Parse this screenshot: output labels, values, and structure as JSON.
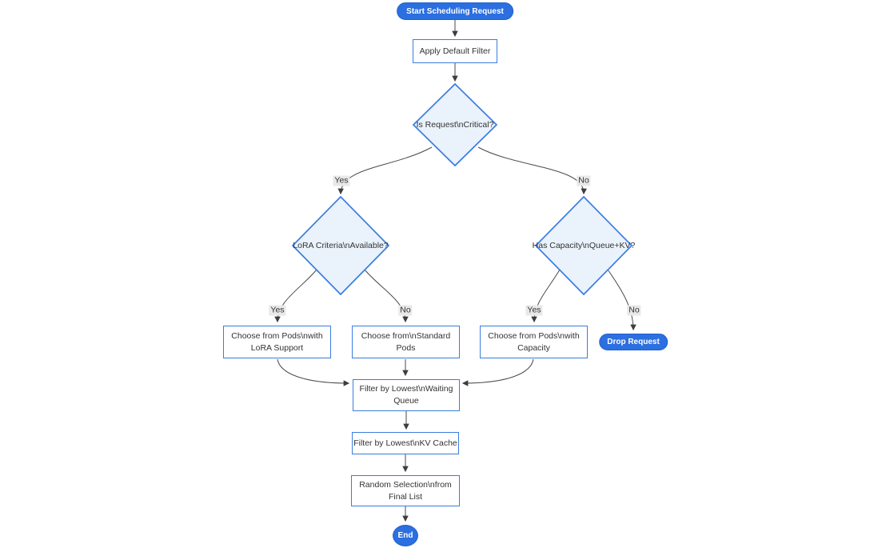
{
  "diagram_type": "flowchart",
  "nodes": {
    "start": {
      "shape": "stadium",
      "label": "Start Scheduling Request"
    },
    "apply_filter": {
      "shape": "rect",
      "label": "Apply Default Filter"
    },
    "is_critical": {
      "shape": "diamond",
      "label": "Is Request\\nCritical?"
    },
    "lora_available": {
      "shape": "diamond",
      "label": "LoRA Criteria\\nAvailable?"
    },
    "has_capacity": {
      "shape": "diamond",
      "label": "Has Capacity\\nQueue+KV?"
    },
    "choose_lora": {
      "shape": "rect",
      "label": "Choose from Pods\\nwith LoRA Support",
      "lines": [
        "Choose from Pods\\nwith",
        "LoRA Support"
      ]
    },
    "choose_standard": {
      "shape": "rect",
      "label": "Choose from\\nStandard Pods",
      "lines": [
        "Choose from\\nStandard",
        "Pods"
      ]
    },
    "choose_capacity": {
      "shape": "rect",
      "label": "Choose from Pods\\nwith Capacity",
      "lines": [
        "Choose from Pods\\nwith",
        "Capacity"
      ]
    },
    "drop_request": {
      "shape": "stadium",
      "label": "Drop Request"
    },
    "filter_queue": {
      "shape": "rect",
      "label": "Filter by Lowest\\nWaiting Queue",
      "lines": [
        "Filter by Lowest\\nWaiting",
        "Queue"
      ]
    },
    "filter_kv": {
      "shape": "rect",
      "label": "Filter by Lowest\\nKV Cache"
    },
    "random_selection": {
      "shape": "rect",
      "label": "Random Selection\\nfrom Final List",
      "lines": [
        "Random Selection\\nfrom",
        "Final List"
      ]
    },
    "end": {
      "shape": "ellipse",
      "label": "End"
    }
  },
  "edges": [
    {
      "from": "start",
      "to": "apply_filter",
      "label": ""
    },
    {
      "from": "apply_filter",
      "to": "is_critical",
      "label": ""
    },
    {
      "from": "is_critical",
      "to": "lora_available",
      "label": "Yes"
    },
    {
      "from": "is_critical",
      "to": "has_capacity",
      "label": "No"
    },
    {
      "from": "lora_available",
      "to": "choose_lora",
      "label": "Yes"
    },
    {
      "from": "lora_available",
      "to": "choose_standard",
      "label": "No"
    },
    {
      "from": "has_capacity",
      "to": "choose_capacity",
      "label": "Yes"
    },
    {
      "from": "has_capacity",
      "to": "drop_request",
      "label": "No"
    },
    {
      "from": "choose_lora",
      "to": "filter_queue",
      "label": ""
    },
    {
      "from": "choose_standard",
      "to": "filter_queue",
      "label": ""
    },
    {
      "from": "choose_capacity",
      "to": "filter_queue",
      "label": ""
    },
    {
      "from": "filter_queue",
      "to": "filter_kv",
      "label": ""
    },
    {
      "from": "filter_kv",
      "to": "random_selection",
      "label": ""
    },
    {
      "from": "random_selection",
      "to": "end",
      "label": ""
    }
  ],
  "colors": {
    "accent_node_fill": "#2b6fe0",
    "node_border_blue": "#3b7de0",
    "diamond_fill": "#eaf2fb",
    "rect_fill": "#ffffff",
    "edge_line": "#4a4a4a",
    "arrowhead": "#3d3d3d",
    "edge_label_bg": "#e8e8e8",
    "text_dark": "#333333",
    "text_light": "#ffffff",
    "background": "#ffffff"
  }
}
